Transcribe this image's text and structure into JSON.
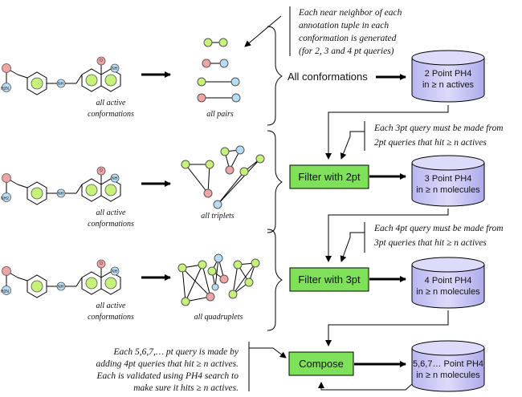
{
  "molecule": {
    "atoms": {
      "o": "O",
      "nh": "NH",
      "nh2": "NH2",
      "h2n": "H2N",
      "nh_link": "NH"
    }
  },
  "rows": [
    {
      "caption_line1": "all active",
      "caption_line2": "conformations",
      "group_caption": "all pairs"
    },
    {
      "caption_line1": "all active",
      "caption_line2": "conformations",
      "group_caption": "all triplets"
    },
    {
      "caption_line1": "all active",
      "caption_line2": "conformations",
      "group_caption": "all quadruplets"
    }
  ],
  "notes": {
    "top": [
      "Each near neighbor of each",
      "annotation tuple in each",
      "conformation is generated",
      "(for 2, 3 and 4 pt queries)"
    ],
    "three_pt": [
      "Each 3pt query must be made from",
      "2pt queries that hit ≥ n actives"
    ],
    "four_pt": [
      "Each 4pt query must be made from",
      "3pt queries that hit ≥ n actives"
    ],
    "compose": [
      "Each 5,6,7,… pt query is made by",
      "adding 4pt queries that hit ≥ n actives.",
      "Each is validated using PH4 search to",
      "make sure it hits ≥ n actives."
    ]
  },
  "steps": {
    "all_conformations": "All conformations",
    "filter_2pt": "Filter with 2pt",
    "filter_3pt": "Filter with 3pt",
    "compose": "Compose"
  },
  "databases": [
    {
      "line1": "2 Point PH4",
      "line2": "in ≥ n actives"
    },
    {
      "line1": "3 Point PH4",
      "line2": "in ≥ n molecules"
    },
    {
      "line1": "4 Point PH4",
      "line2": "in ≥ n molecules"
    },
    {
      "line1": "5,6,7… Point PH4",
      "line2": "in ≥ n molecules"
    }
  ],
  "colors": {
    "green_box": "#7fe05a",
    "cylinder": "#c9c7f5",
    "node_green": "#c6f27a",
    "node_red": "#f0a5a5",
    "node_blue": "#b8dcf5"
  }
}
